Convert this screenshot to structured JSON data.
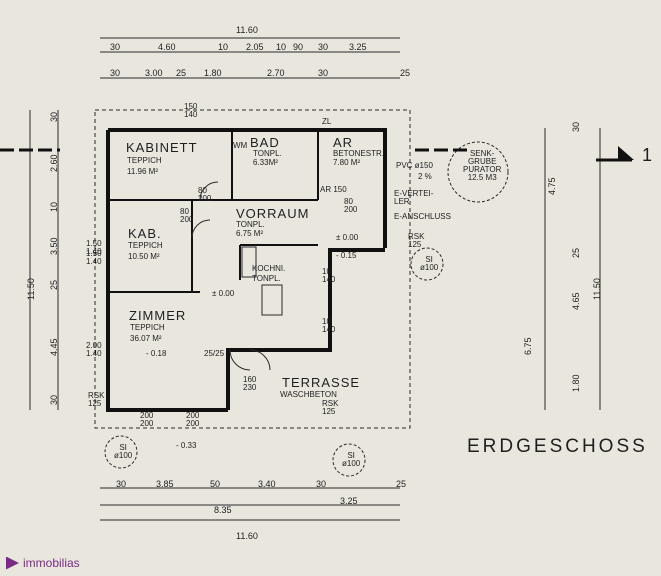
{
  "title": "ERDGESCHOSS",
  "section_marker": "1",
  "rooms": {
    "kabinett": {
      "name": "KABINETT",
      "floor": "TEPPICH",
      "area": "11.96 M²"
    },
    "kab": {
      "name": "KAB.",
      "floor": "TEPPICH",
      "area": "10.50 M²"
    },
    "zimmer": {
      "name": "ZIMMER",
      "floor": "TEPPICH",
      "area": "36.07 M²"
    },
    "bad": {
      "name": "BAD",
      "floor": "TONPL.",
      "area": "6.33M²"
    },
    "ar": {
      "name": "AR",
      "floor": "BETONESTR.",
      "area": "7.80 M²"
    },
    "vorraum": {
      "name": "VORRAUM",
      "floor": "TONPL.",
      "area": "6.75 M²"
    },
    "kochni": {
      "name": "KOCHNI.",
      "floor": "TONPL."
    },
    "terrasse": {
      "name": "TERRASSE",
      "floor": "WASCHBETON"
    }
  },
  "annotations": {
    "senkgrube": "SENK-\nGRUBE\nPURATOR\n12.5 M3",
    "pvc": "PVC ø150",
    "gefaelle": "2 %",
    "e_verteiler": "E-VERTEI-\nLER",
    "e_anschluss": "E-ANSCHLUSS",
    "zl": "ZL",
    "wm": "WM",
    "ar150": "AR 150",
    "rsk_right": "RSK\n125",
    "rsk_left": "RSK\n125",
    "rsk_bottom": "RSK\n125",
    "si_right": "SI\nø100",
    "si_left": "SI\nø100",
    "si_bottom": "SI\nø100",
    "level_000_zimmer": "± 0.00",
    "level_018": "- 0.18",
    "level_000_vor": "± 0.00",
    "level_015": "- 0.15",
    "level_033": "- 0.33"
  },
  "dims_top": {
    "total": "11.60",
    "row1": [
      "30",
      "4.60",
      "10",
      "2.05",
      "10",
      "90",
      "30",
      "3.25"
    ],
    "row2": [
      "30",
      "3.00",
      "25",
      "1.80",
      "2.70",
      "30",
      "25"
    ]
  },
  "dims_bottom": {
    "row1": [
      "30",
      "3.85",
      "50",
      "3.40",
      "30",
      "25"
    ],
    "row2": [
      "8.35",
      "3.25"
    ],
    "total": "11.60"
  },
  "dims_left": {
    "total": "11.50",
    "parts": [
      "30",
      "2.60",
      "10",
      "3.50",
      "25",
      "4.45",
      "30"
    ]
  },
  "dims_right": {
    "total": "11.50",
    "parts": [
      "30",
      "4.75",
      "6.75",
      "4.65",
      "1.80",
      "25"
    ]
  },
  "openings": [
    "150\n140",
    "80\n200",
    "80\n200",
    "80\n200",
    "1.50\n1.40",
    "1.50\n1.40",
    "2.00\n1.40",
    "25/25",
    "160\n230",
    "10\n140",
    "10\n140",
    "200\n200",
    "200\n200"
  ],
  "logo": "immobilias"
}
